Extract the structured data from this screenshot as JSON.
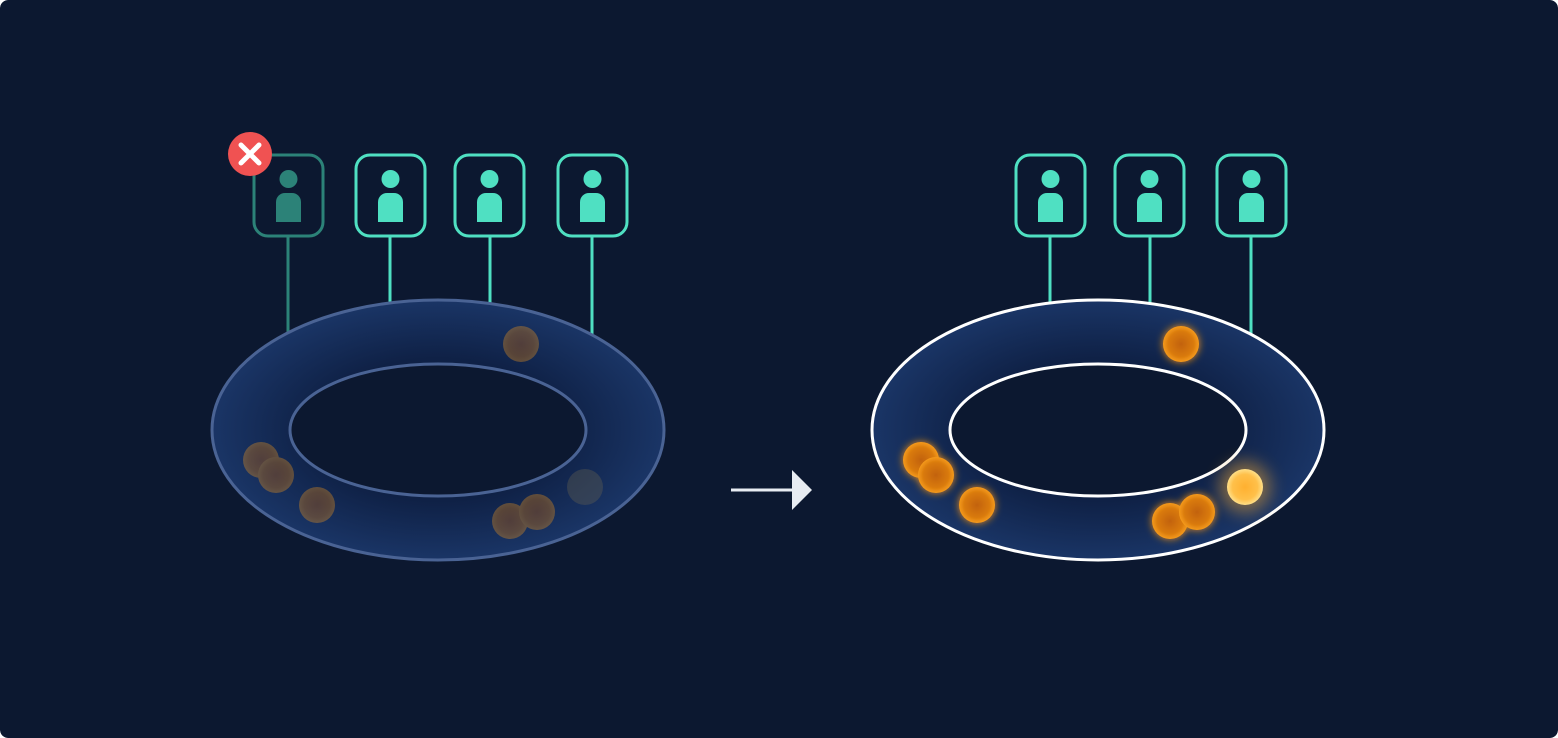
{
  "colors": {
    "background": "#0c1830",
    "ring_fill_outer": "#17305f",
    "ring_fill_inner": "#0f2146",
    "ring_stroke_before": "#4a6394",
    "ring_stroke_after": "#ffffff",
    "node_accent": "#4fe0c2",
    "node_failed": "#2c8278",
    "error_badge": "#f05252",
    "particle_orange": "#e8870f",
    "particle_highlight": "#ffc04a",
    "arrow": "#e8ecf2"
  },
  "icons": {
    "node": "user-icon",
    "failure": "close-icon",
    "transition": "arrow-right-icon"
  },
  "before": {
    "nodes": [
      {
        "id": "node-1",
        "status": "failed"
      },
      {
        "id": "node-2",
        "status": "active"
      },
      {
        "id": "node-3",
        "status": "active"
      },
      {
        "id": "node-4",
        "status": "active"
      }
    ],
    "ring_state": "dimmed"
  },
  "after": {
    "nodes": [
      {
        "id": "node-2",
        "status": "active"
      },
      {
        "id": "node-3",
        "status": "active"
      },
      {
        "id": "node-4",
        "status": "active"
      }
    ],
    "ring_state": "highlighted"
  }
}
